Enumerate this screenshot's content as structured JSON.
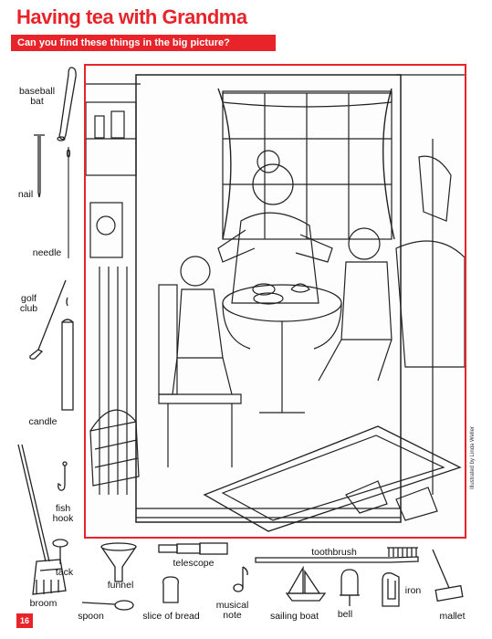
{
  "title": "Having tea with Grandma",
  "subtitle": "Can you find these things in the big picture?",
  "page_number": "16",
  "credit": "Illustrated by Linda Weller",
  "accent_color": "#e8242a",
  "items": {
    "baseball_bat": "baseball\nbat",
    "nail": "nail",
    "needle": "needle",
    "golf_club": "golf\nclub",
    "candle": "candle",
    "fish_hook": "fish\nhook",
    "tack": "tack",
    "broom": "broom",
    "funnel": "funnel",
    "spoon": "spoon",
    "telescope": "telescope",
    "slice_of_bread": "slice of bread",
    "musical_note": "musical\nnote",
    "toothbrush": "toothbrush",
    "sailing_boat": "sailing boat",
    "bell": "bell",
    "iron": "iron",
    "mallet": "mallet"
  },
  "icons": [
    "baseball-bat-icon",
    "nail-icon",
    "needle-icon",
    "golf-club-icon",
    "candle-icon",
    "fish-hook-icon",
    "tack-icon",
    "broom-icon",
    "funnel-icon",
    "spoon-icon",
    "telescope-icon",
    "slice-of-bread-icon",
    "musical-note-icon",
    "toothbrush-icon",
    "sailing-boat-icon",
    "bell-icon",
    "iron-icon",
    "mallet-icon"
  ]
}
